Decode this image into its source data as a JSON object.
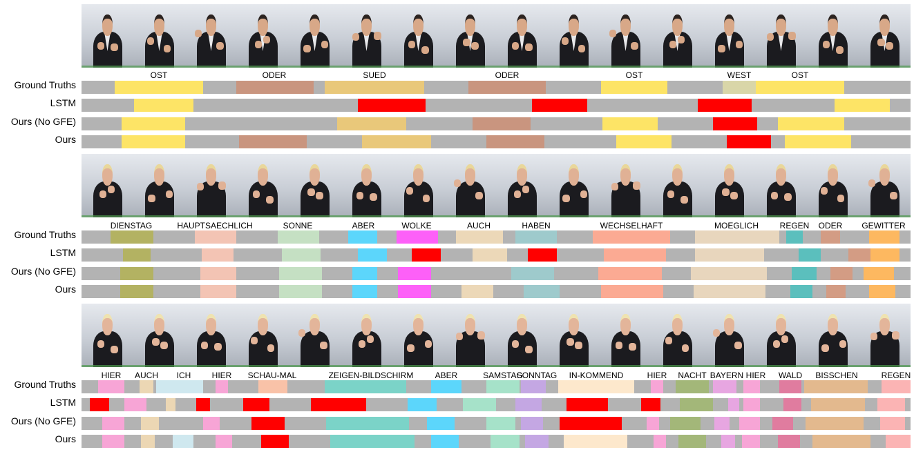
{
  "row_labels": [
    "Ground Truths",
    "LSTM",
    "Ours (No GFE)",
    "Ours"
  ],
  "colors": {
    "track": "#b3b3b3",
    "error": "#ff0000",
    "OST": "#fde466",
    "ODER": "#c9957f",
    "SUED": "#e9c87a",
    "WEST": "#d9d6a8",
    "DIENSTAG": "#b3b262",
    "HAUPTSAECHLICH": "#f3c4b4",
    "SONNE": "#c5e0c3",
    "ABER": "#5cd6fb",
    "WOLKE": "#fd60f8",
    "AUCH": "#ecd8b8",
    "HABEN": "#9ecacc",
    "WECHSELHAFT": "#fbaa93",
    "MOEGLICH": "#e8d6bd",
    "REGEN": "#5bbfbd",
    "ODER2": "#d39c84",
    "GEWITTER": "#fdb860",
    "HIER": "#f7a5d6",
    "AUCH3": "#ecd7b4",
    "ICH": "#cfe8ef",
    "SCHAU-MAL": "#f9c2a8",
    "ZEIGEN-BILDSCHIRM": "#7bd3c8",
    "ABER3": "#5cd6fb",
    "SAMSTAG": "#a6e2c9",
    "SONNTAG": "#c4a7e3",
    "IN-KOMMEND": "#fde8cc",
    "NACHT": "#a3b779",
    "BAYERN": "#e7a6e1",
    "WALD": "#e07c9f",
    "BISSCHEN": "#e3b98e",
    "REGEN3": "#fbb4b4"
  },
  "panels": [
    {
      "subject": "male",
      "frame_count": 16,
      "glosses": [
        "OST",
        "ODER",
        "SUED",
        "ODER",
        "OST",
        "WEST",
        "OST"
      ],
      "rows": [
        [
          [
            "OST",
            166,
            294
          ],
          [
            "ODER",
            342,
            454
          ],
          [
            "SUED",
            470,
            614
          ],
          [
            "ODER",
            678,
            790
          ],
          [
            "OST",
            870,
            966
          ],
          [
            "WEST",
            1046,
            1094
          ],
          [
            "OST",
            1094,
            1222
          ]
        ],
        [
          [
            "OST",
            194,
            280
          ],
          [
            "error",
            518,
            616
          ],
          [
            "error",
            770,
            850
          ],
          [
            "error",
            1010,
            1088
          ],
          [
            "OST",
            1208,
            1288
          ]
        ],
        [
          [
            "OST",
            176,
            268
          ],
          [
            "SUED",
            488,
            588
          ],
          [
            "ODER",
            684,
            768
          ],
          [
            "OST",
            872,
            952
          ],
          [
            "error",
            1032,
            1096
          ],
          [
            "OST",
            1126,
            1222
          ]
        ],
        [
          [
            "OST",
            176,
            268
          ],
          [
            "ODER",
            346,
            444
          ],
          [
            "SUED",
            524,
            624
          ],
          [
            "ODER",
            704,
            788
          ],
          [
            "OST",
            892,
            972
          ],
          [
            "error",
            1052,
            1116
          ],
          [
            "OST",
            1136,
            1232
          ]
        ]
      ]
    },
    {
      "subject": "female-1",
      "frame_count": 16,
      "glosses": [
        "DIENSTAG",
        "HAUPTSAECHLICH",
        "SONNE",
        "ABER",
        "WOLKE",
        "AUCH",
        "HABEN",
        "WECHSELHAFT",
        "MOEGLICH",
        "REGEN",
        "ODER",
        "GEWITTER"
      ],
      "rows": [
        [
          [
            "DIENSTAG",
            160,
            222
          ],
          [
            "HAUPTSAECHLICH",
            282,
            342
          ],
          [
            "SONNE",
            402,
            462
          ],
          [
            "ABER",
            504,
            546
          ],
          [
            "WOLKE",
            574,
            634
          ],
          [
            "AUCH",
            660,
            728
          ],
          [
            "HABEN",
            746,
            806
          ],
          [
            "WECHSELHAFT",
            858,
            970
          ],
          [
            "MOEGLICH",
            1006,
            1128
          ],
          [
            "REGEN",
            1138,
            1162
          ],
          [
            "ODER2",
            1188,
            1216
          ],
          [
            "GEWITTER",
            1258,
            1302
          ]
        ],
        [
          [
            "DIENSTAG",
            178,
            218
          ],
          [
            "HAUPTSAECHLICH",
            292,
            338
          ],
          [
            "SONNE",
            408,
            464
          ],
          [
            "ABER",
            518,
            560
          ],
          [
            "error",
            596,
            638
          ],
          [
            "AUCH",
            684,
            734
          ],
          [
            "error",
            764,
            806
          ],
          [
            "WECHSELHAFT",
            874,
            964
          ],
          [
            "MOEGLICH",
            1006,
            1106
          ],
          [
            "REGEN",
            1156,
            1188
          ],
          [
            "ODER2",
            1228,
            1260
          ],
          [
            "GEWITTER",
            1260,
            1302
          ]
        ],
        [
          [
            "DIENSTAG",
            174,
            222
          ],
          [
            "HAUPTSAECHLICH",
            290,
            342
          ],
          [
            "SONNE",
            404,
            466
          ],
          [
            "ABER",
            510,
            546
          ],
          [
            "WOLKE",
            576,
            624
          ],
          [
            "HABEN",
            740,
            802
          ],
          [
            "WECHSELHAFT",
            866,
            958
          ],
          [
            "MOEGLICH",
            1000,
            1110
          ],
          [
            "REGEN",
            1146,
            1182
          ],
          [
            "ODER2",
            1202,
            1234
          ],
          [
            "GEWITTER",
            1250,
            1294
          ]
        ],
        [
          [
            "DIENSTAG",
            174,
            222
          ],
          [
            "HAUPTSAECHLICH",
            290,
            342
          ],
          [
            "SONNE",
            404,
            466
          ],
          [
            "ABER",
            510,
            546
          ],
          [
            "WOLKE",
            576,
            624
          ],
          [
            "AUCH",
            668,
            714
          ],
          [
            "HABEN",
            758,
            810
          ],
          [
            "WECHSELHAFT",
            870,
            960
          ],
          [
            "MOEGLICH",
            1004,
            1108
          ],
          [
            "REGEN",
            1144,
            1176
          ],
          [
            "ODER2",
            1196,
            1224
          ],
          [
            "GEWITTER",
            1258,
            1296
          ]
        ]
      ]
    },
    {
      "subject": "female-2",
      "frame_count": 16,
      "glosses": [
        "HIER",
        "AUCH",
        "ICH",
        "HIER",
        "SCHAU-MAL",
        "ZEIGEN-BILDSCHIRM",
        "ABER",
        "SAMSTAG",
        "SONNTAG",
        "IN-KOMMEND",
        "HIER",
        "NACHT",
        "BAYERN",
        "HIER",
        "WALD",
        "BISSCHEN",
        "REGEN"
      ],
      "rows": [
        [
          [
            "HIER",
            142,
            180
          ],
          [
            "AUCH3",
            202,
            222
          ],
          [
            "ICH",
            226,
            294
          ],
          [
            "HIER",
            312,
            330
          ],
          [
            "SCHAU-MAL",
            374,
            416
          ],
          [
            "ZEIGEN-BILDSCHIRM",
            470,
            588
          ],
          [
            "ABER3",
            624,
            668
          ],
          [
            "SAMSTAG",
            704,
            752
          ],
          [
            "SONNTAG",
            754,
            790
          ],
          [
            "IN-KOMMEND",
            808,
            918
          ],
          [
            "HIER",
            942,
            960
          ],
          [
            "NACHT",
            978,
            1026
          ],
          [
            "BAYERN",
            1032,
            1066
          ],
          [
            "HIER",
            1076,
            1100
          ],
          [
            "WALD",
            1128,
            1160
          ],
          [
            "BISSCHEN",
            1164,
            1256
          ],
          [
            "REGEN3",
            1276,
            1318
          ]
        ],
        [
          [
            "error",
            130,
            158
          ],
          [
            "HIER",
            180,
            212
          ],
          [
            "AUCH3",
            240,
            254
          ],
          [
            "error",
            284,
            304
          ],
          [
            "error",
            352,
            390
          ],
          [
            "error",
            450,
            530
          ],
          [
            "ABER3",
            590,
            632
          ],
          [
            "SAMSTAG",
            670,
            718
          ],
          [
            "SONNTAG",
            746,
            784
          ],
          [
            "error",
            820,
            880
          ],
          [
            "error",
            928,
            956
          ],
          [
            "NACHT",
            984,
            1032
          ],
          [
            "BAYERN",
            1054,
            1070
          ],
          [
            "HIER",
            1076,
            1100
          ],
          [
            "WALD",
            1134,
            1160
          ],
          [
            "BISSCHEN",
            1174,
            1252
          ],
          [
            "REGEN3",
            1270,
            1310
          ]
        ],
        [
          [
            "HIER",
            148,
            180
          ],
          [
            "AUCH3",
            204,
            230
          ],
          [
            "HIER",
            294,
            318
          ],
          [
            "error",
            364,
            412
          ],
          [
            "ZEIGEN-BILDSCHIRM",
            472,
            592
          ],
          [
            "ABER3",
            618,
            658
          ],
          [
            "SAMSTAG",
            704,
            746
          ],
          [
            "SONNTAG",
            754,
            786
          ],
          [
            "error",
            810,
            900
          ],
          [
            "HIER",
            936,
            954
          ],
          [
            "NACHT",
            970,
            1014
          ],
          [
            "BAYERN",
            1034,
            1056
          ],
          [
            "HIER",
            1070,
            1100
          ],
          [
            "WALD",
            1118,
            1148
          ],
          [
            "BISSCHEN",
            1166,
            1250
          ],
          [
            "REGEN3",
            1274,
            1310
          ]
        ],
        [
          [
            "HIER",
            148,
            180
          ],
          [
            "AUCH3",
            204,
            224
          ],
          [
            "ICH",
            250,
            280
          ],
          [
            "HIER",
            312,
            336
          ],
          [
            "error",
            378,
            418
          ],
          [
            "ZEIGEN-BILDSCHIRM",
            478,
            600
          ],
          [
            "ABER3",
            624,
            664
          ],
          [
            "SAMSTAG",
            710,
            752
          ],
          [
            "SONNTAG",
            760,
            794
          ],
          [
            "IN-KOMMEND",
            816,
            908
          ],
          [
            "HIER",
            946,
            964
          ],
          [
            "NACHT",
            982,
            1022
          ],
          [
            "BAYERN",
            1044,
            1064
          ],
          [
            "HIER",
            1074,
            1100
          ],
          [
            "WALD",
            1126,
            1158
          ],
          [
            "BISSCHEN",
            1176,
            1260
          ],
          [
            "REGEN3",
            1282,
            1318
          ]
        ]
      ]
    }
  ]
}
